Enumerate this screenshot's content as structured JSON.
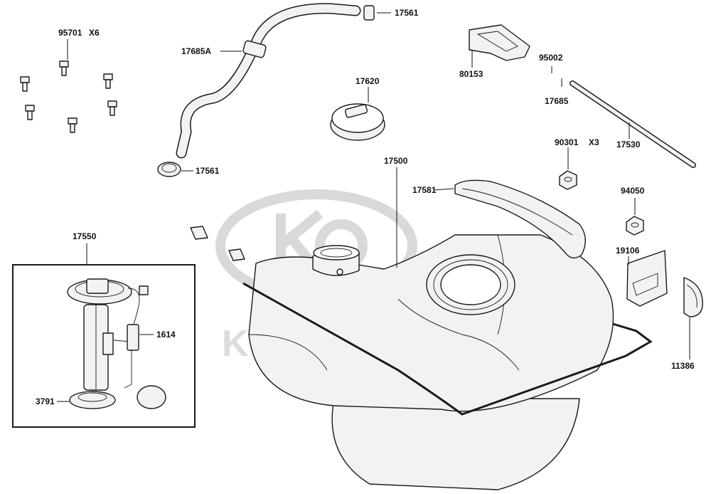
{
  "watermark": {
    "brand": "KYMCO"
  },
  "labels": {
    "p95701": "95701",
    "p95701_qty": "X6",
    "p17685A": "17685A",
    "p17561_top": "17561",
    "p17561_bottom": "17561",
    "p17620": "17620",
    "p80153": "80153",
    "p95002": "95002",
    "p17685": "17685",
    "p17530": "17530",
    "p90301": "90301",
    "p90301_qty": "X3",
    "p94050": "94050",
    "p17500": "17500",
    "p17581": "17581",
    "p17550": "17550",
    "p1614": "1614",
    "p3791": "3791",
    "p19106": "19106",
    "p11386": "11386"
  }
}
